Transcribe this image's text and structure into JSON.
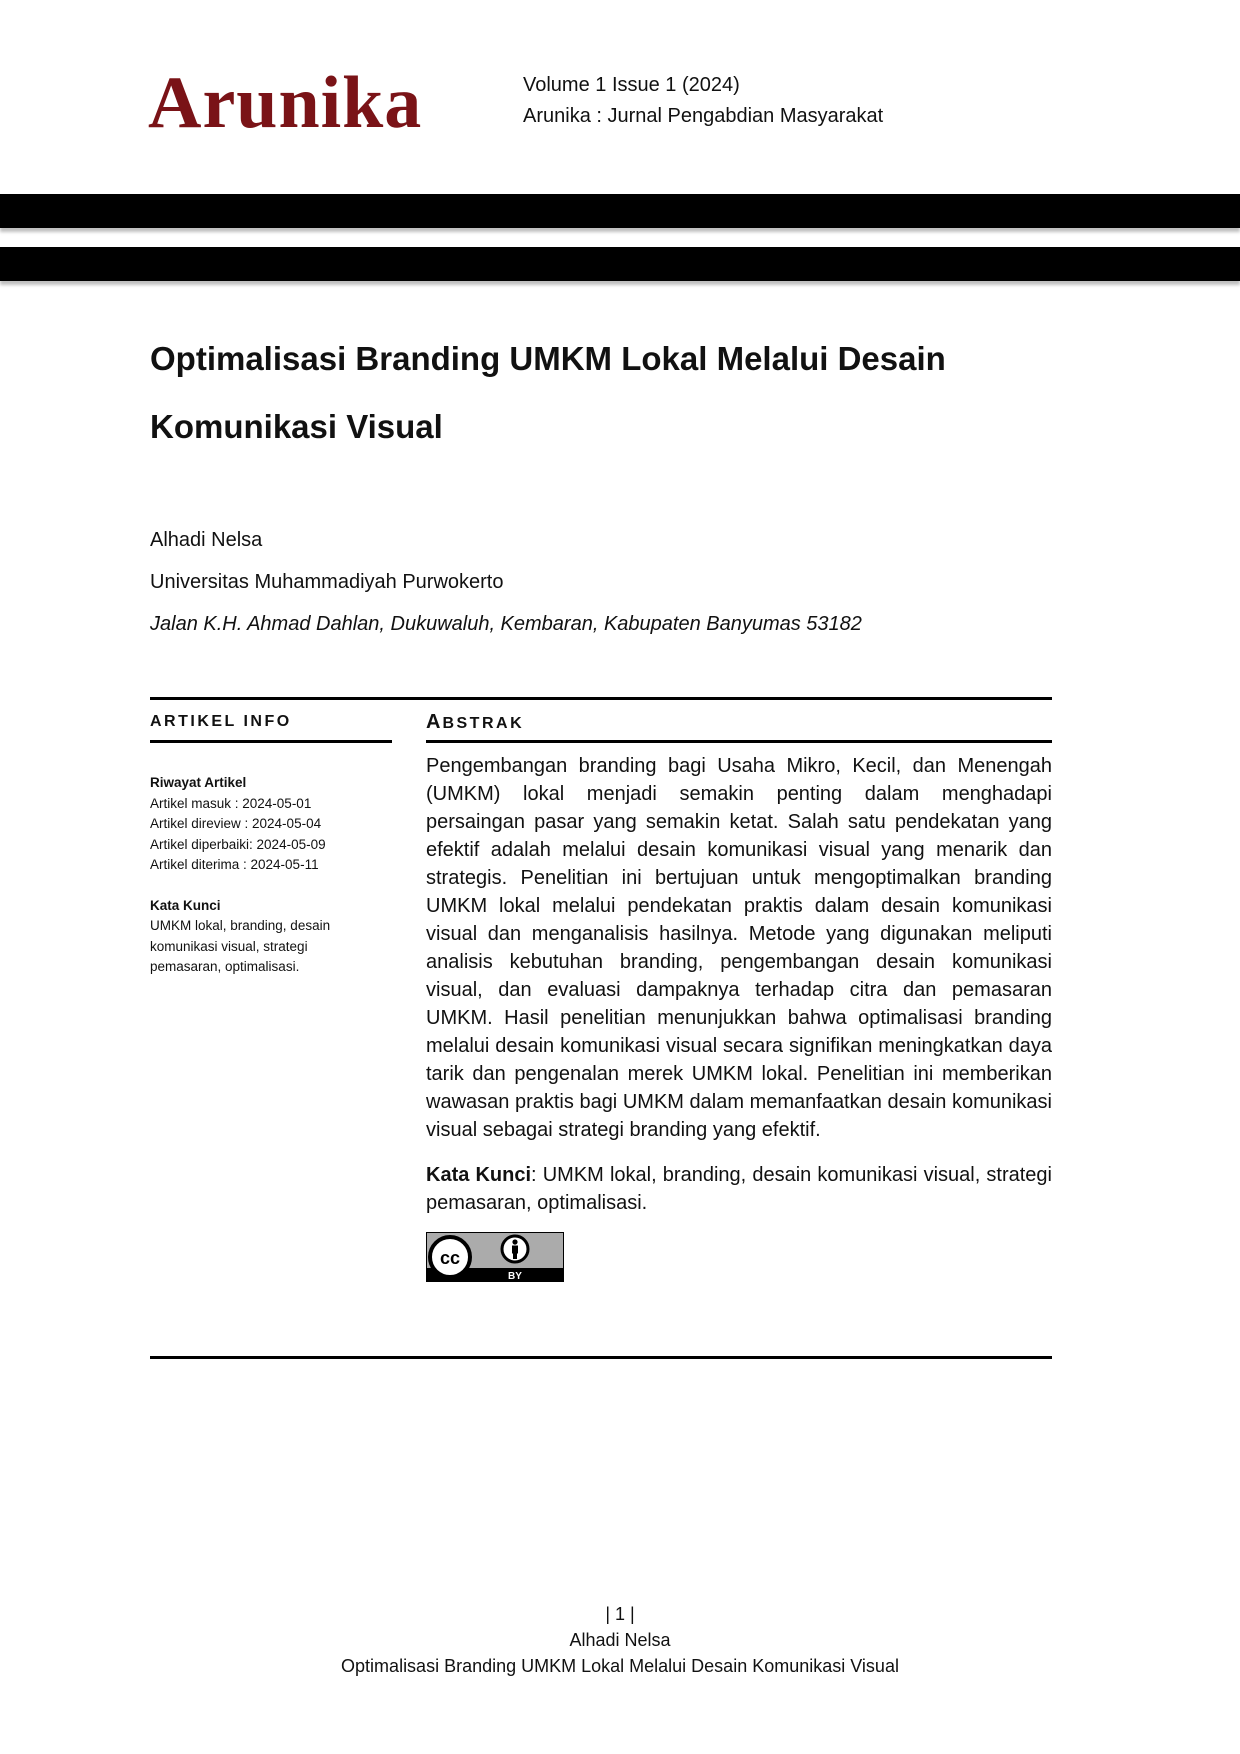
{
  "header": {
    "logo_text": "Arunika",
    "volume": "Volume 1 Issue 1 (2024)",
    "journal_name": "Arunika : Jurnal Pengabdian Masyarakat"
  },
  "article": {
    "title_line1": "Optimalisasi Branding UMKM Lokal Melalui Desain",
    "title_line2": "Komunikasi Visual",
    "author": "Alhadi Nelsa",
    "affiliation": "Universitas Muhammadiyah Purwokerto",
    "address": "Jalan K.H. Ahmad Dahlan, Dukuwaluh, Kembaran, Kabupaten Banyumas 53182"
  },
  "article_info": {
    "heading": "ARTIKEL INFO",
    "history_label": "Riwayat Artikel",
    "history": [
      "Artikel masuk : 2024-05-01",
      "Artikel direview :  2024-05-04",
      "Artikel diperbaiki:  2024-05-09",
      "Artikel diterima :  2024-05-11"
    ],
    "keywords_label": "Kata Kunci",
    "keywords": [
      "UMKM lokal, branding, desain",
      "komunikasi visual, strategi",
      "pemasaran, optimalisasi."
    ]
  },
  "abstract": {
    "heading_first": "A",
    "heading_rest": "BSTRAK",
    "text": "Pengembangan branding bagi Usaha Mikro, Kecil, dan Menengah (UMKM) lokal menjadi semakin penting dalam menghadapi persaingan pasar yang semakin ketat. Salah satu pendekatan yang efektif adalah melalui desain komunikasi visual yang menarik dan strategis. Penelitian ini bertujuan untuk mengoptimalkan branding UMKM lokal melalui pendekatan praktis dalam desain komunikasi visual dan menganalisis hasilnya. Metode yang digunakan meliputi analisis kebutuhan branding, pengembangan desain komunikasi visual, dan evaluasi dampaknya terhadap citra dan pemasaran UMKM. Hasil penelitian menunjukkan bahwa optimalisasi branding melalui desain komunikasi visual secara signifikan meningkatkan daya tarik dan pengenalan merek UMKM lokal. Penelitian ini memberikan wawasan praktis bagi UMKM dalam memanfaatkan desain komunikasi visual sebagai strategi branding yang efektif.",
    "keywords_label": "Kata Kunci",
    "keywords_text": ": UMKM lokal, branding, desain komunikasi visual, strategi pemasaran, optimalisasi."
  },
  "license_badge": {
    "cc": "cc",
    "by": "BY"
  },
  "footer": {
    "page": "| 1 |",
    "author": "Alhadi Nelsa",
    "title": "Optimalisasi Branding UMKM Lokal Melalui Desain Komunikasi Visual"
  },
  "colors": {
    "brand": "#7a1317"
  }
}
